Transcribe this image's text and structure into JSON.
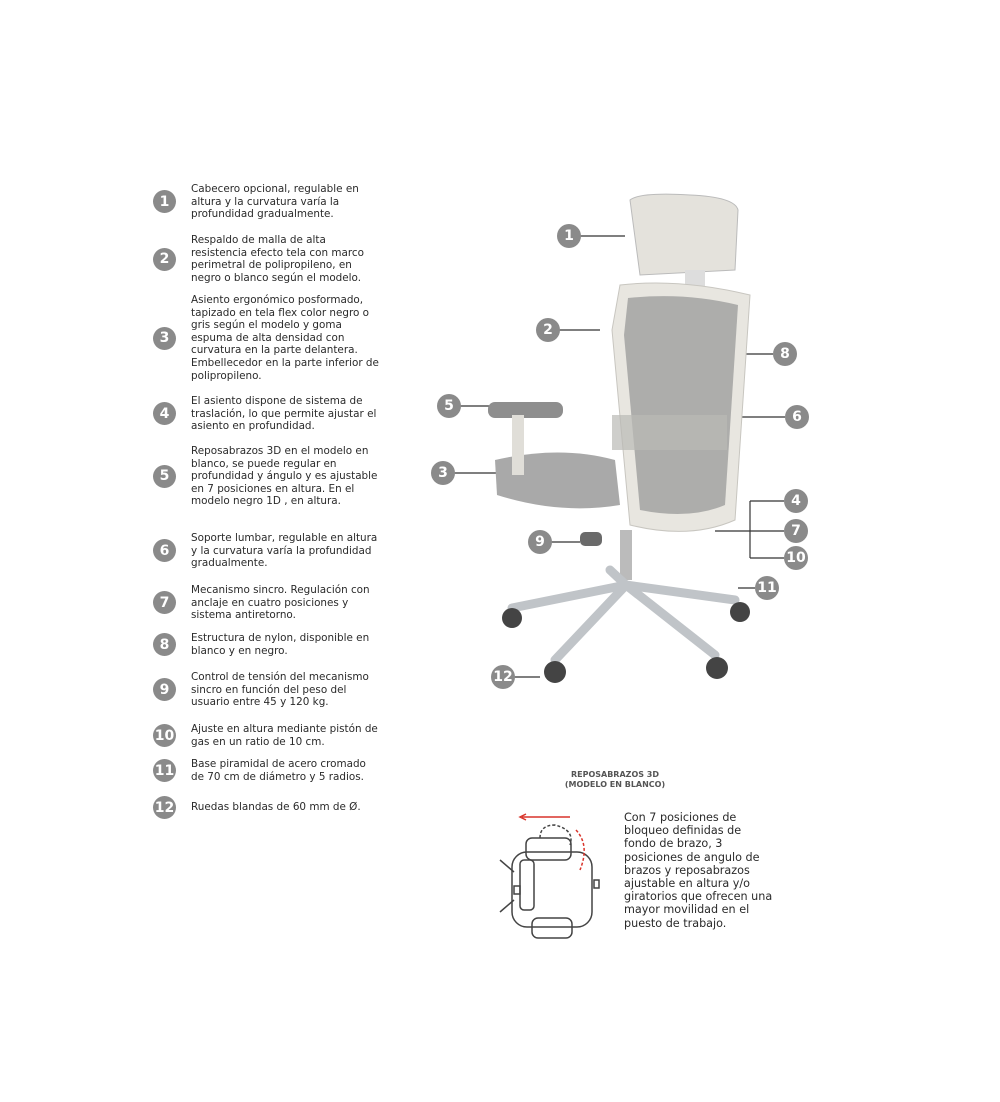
{
  "features": [
    {
      "num": "1",
      "text": "Cabecero opcional, regulable en altura  y la  curvatura varía la profundidad gradualmente."
    },
    {
      "num": "2",
      "text": "Respaldo de malla de alta resistencia efecto tela con marco perimetral de polipropileno, en negro o blanco según el modelo."
    },
    {
      "num": "3",
      "text": "Asiento ergonómico posformado, tapizado en tela flex color negro o gris según el modelo y goma espuma de alta densidad con curvatura en la parte delantera. Embellecedor en la parte inferior de polipropileno."
    },
    {
      "num": "4",
      "text": "El asiento dispone de sistema de traslación, lo que permite ajustar el asiento en profundidad."
    },
    {
      "num": "5",
      "text": "Reposabrazos 3D en el modelo en blanco, se puede regular en profundidad y ángulo y es ajustable en 7 posiciones en altura. En el modelo negro 1D , en altura."
    },
    {
      "num": "6",
      "text": "Soporte lumbar, regulable en altura y la curvatura varía la profundidad gradualmente."
    },
    {
      "num": "7",
      "text": "Mecanismo sincro. Regulación con anclaje en cuatro posiciones y sistema antiretorno."
    },
    {
      "num": "8",
      "text": "Estructura de nylon, disponible en blanco y en negro."
    },
    {
      "num": "9",
      "text": "Control de tensión del mecanismo sincro en función del peso del usuario entre 45 y 120 kg."
    },
    {
      "num": "10",
      "text": "Ajuste en altura mediante pistón de gas en un ratio de 10 cm."
    },
    {
      "num": "11",
      "text": "Base piramidal de acero cromado de 70 cm de diámetro y 5 radios."
    },
    {
      "num": "12",
      "text": "Ruedas blandas de 60 mm de Ø."
    }
  ],
  "armrest": {
    "title_line1": "REPOSABRAZOS 3D",
    "title_line2": "(MODELO EN BLANCO)",
    "description": "Con 7 posiciones de bloqueo definidas de fondo de brazo, 3 posiciones de angulo de brazos y reposabrazos ajustable en altura y/o giratorios que ofrecen una mayor movilidad en el puesto de trabajo."
  },
  "colors": {
    "callout": "#8a8a8a",
    "arrow": "#d9342b"
  }
}
